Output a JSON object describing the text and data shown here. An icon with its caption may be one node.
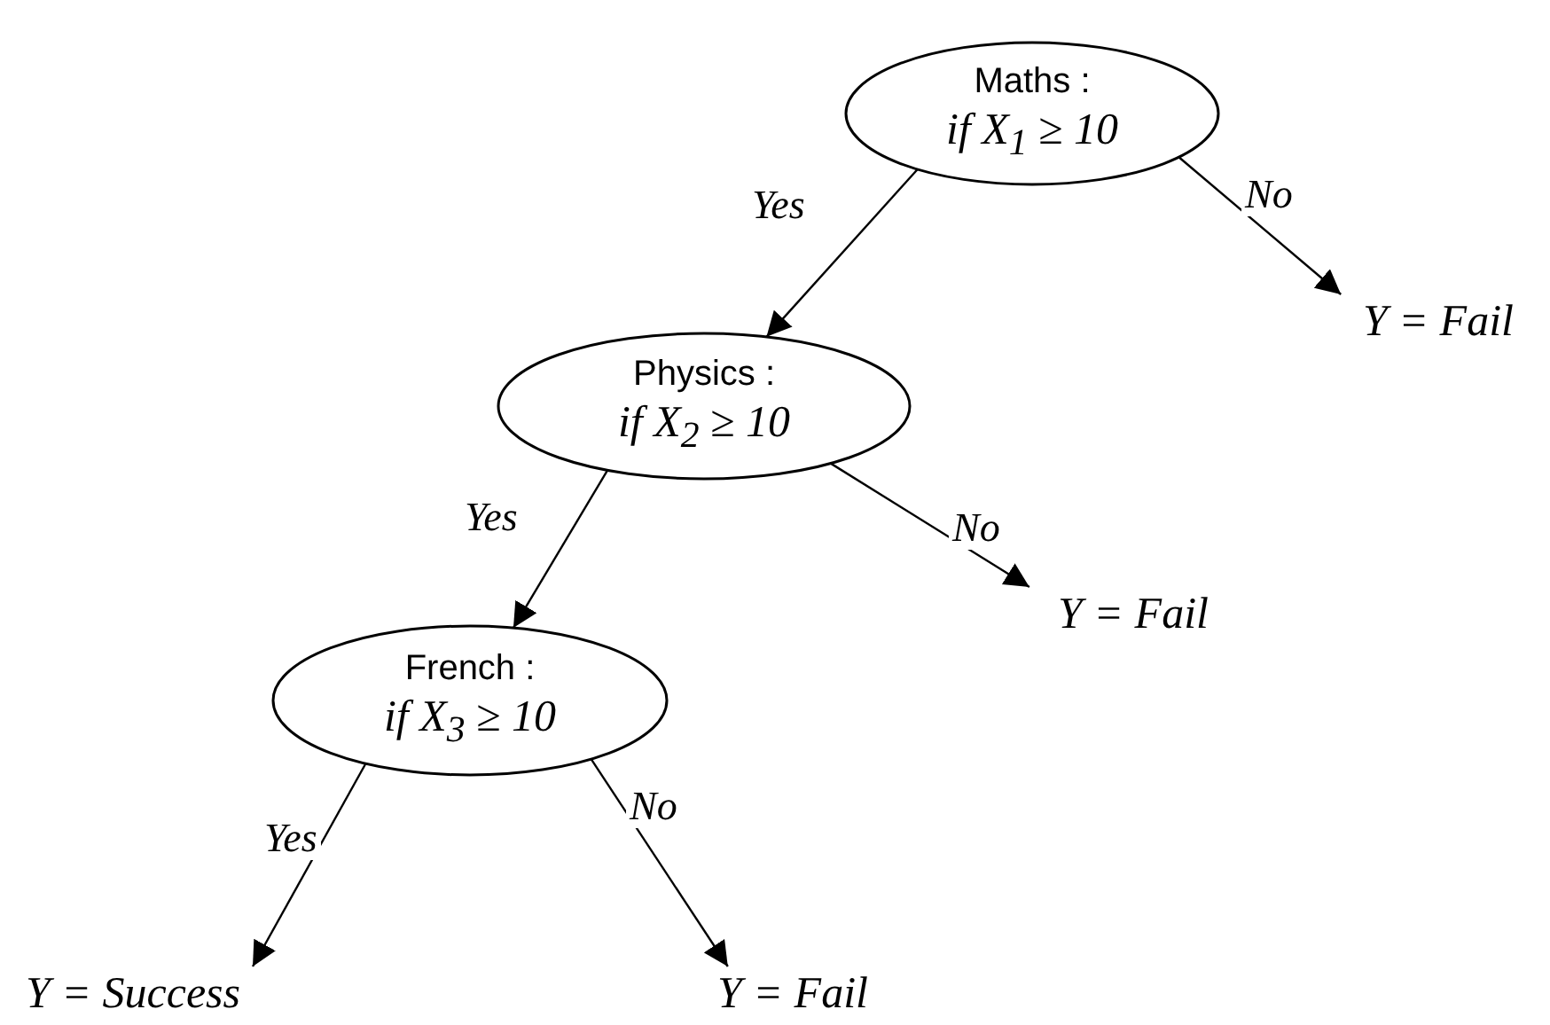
{
  "diagram": {
    "nodes": [
      {
        "text": [
          "Maths :",
          "if X$_{1}$ ≥ 10"
        ]
      },
      {
        "text": [
          "Y = Fail"
        ]
      },
      {
        "text": [
          "Physics :",
          "if X$_{2}$ ≥ 10"
        ]
      },
      {
        "text": [
          "Y = Fail"
        ]
      },
      {
        "text": [
          "French :",
          "if X$_{3}$ ≥ 10"
        ]
      },
      {
        "text": [
          "Y = Success"
        ]
      },
      {
        "text": [
          "Y = Fail"
        ]
      }
    ],
    "edges": [
      {
        "from": 0,
        "to": 2,
        "arrow": "to",
        "label": "Yes"
      },
      {
        "from": 0,
        "to": 1,
        "arrow": "to",
        "label": "No"
      },
      {
        "from": 2,
        "to": 4,
        "arrow": "to",
        "label": "Yes"
      },
      {
        "from": 2,
        "to": 3,
        "arrow": "to",
        "label": "No"
      },
      {
        "from": 4,
        "to": 5,
        "arrow": "to",
        "label": "Yes"
      },
      {
        "from": 4,
        "to": 6,
        "arrow": "to",
        "label": "No"
      }
    ]
  }
}
